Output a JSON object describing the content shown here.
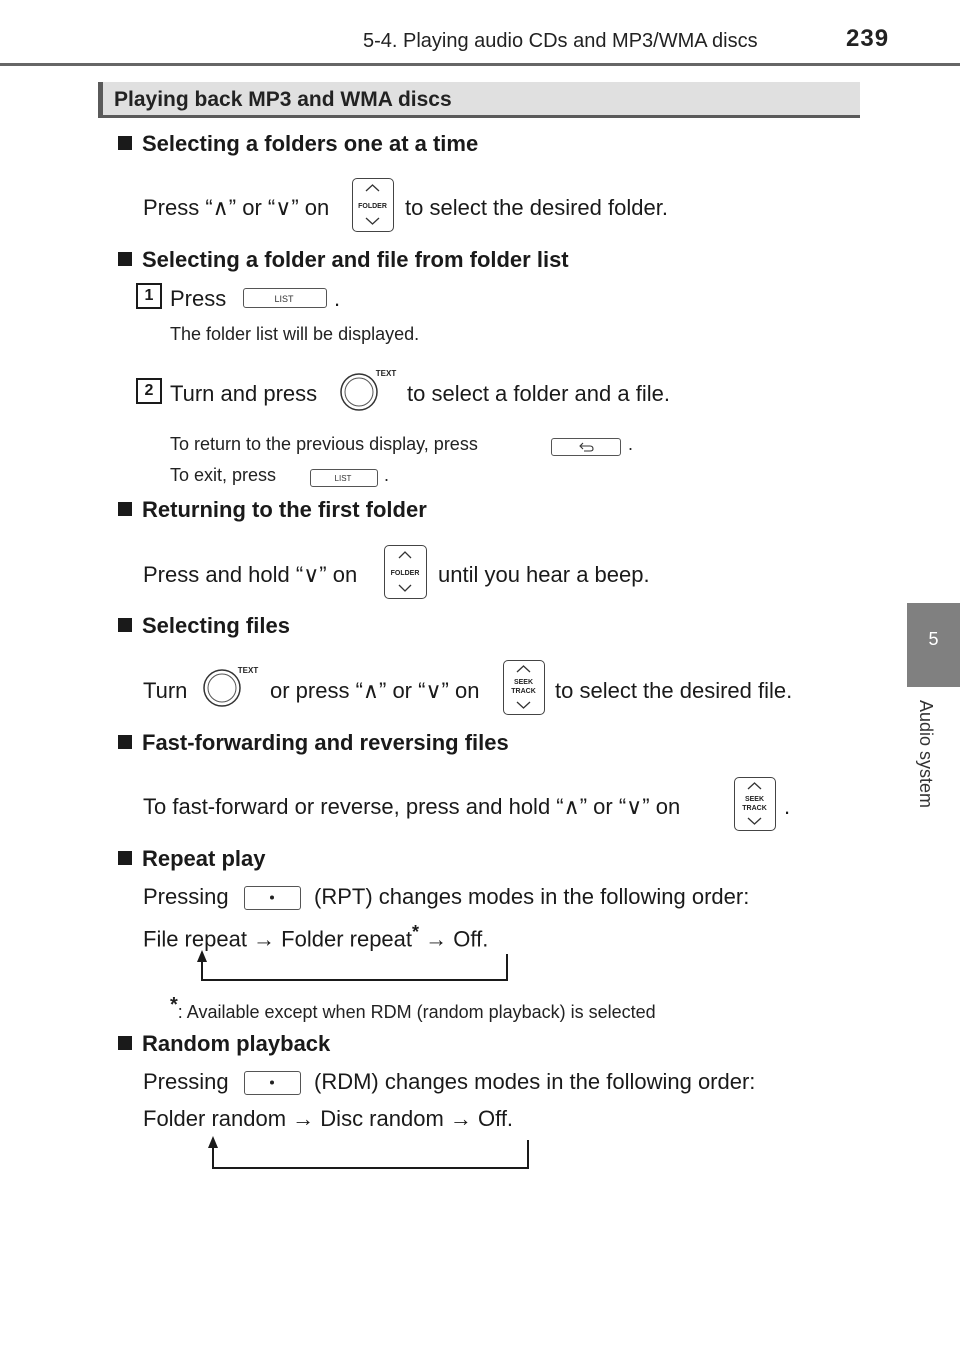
{
  "header": {
    "title": "5-4. Playing audio CDs and MP3/WMA discs",
    "page_number": "239"
  },
  "side_tab": {
    "number": "5",
    "label": "Audio system"
  },
  "section_title": "Playing back MP3 and WMA discs",
  "sections": {
    "folder_one": {
      "heading": "Selecting a folders one at a time",
      "text_a": "Press “∧” or “∨” on",
      "text_b": "to select the desired folder."
    },
    "folder_list": {
      "heading": "Selecting a folder and file from folder list",
      "step1_num": "1",
      "step1_a": "Press",
      "step1_b": ".",
      "step1_note": "The folder list will be displayed.",
      "step2_num": "2",
      "step2_a": "Turn and press",
      "step2_b": "to select a folder and a file.",
      "note_return_a": "To return to the previous display, press",
      "note_return_b": ".",
      "note_exit_a": "To exit, press",
      "note_exit_b": "."
    },
    "first_folder": {
      "heading": "Returning to the first folder",
      "text_a": "Press and hold “∨” on",
      "text_b": "until you hear a beep."
    },
    "selecting_files": {
      "heading": "Selecting files",
      "text_a": "Turn",
      "text_b": "or press “∧” or “∨” on",
      "text_c": "to select the desired file."
    },
    "fast_forward": {
      "heading": "Fast-forwarding and reversing files",
      "text_a": "To fast-forward or reverse, press and hold “∧” or “∨” on",
      "text_b": "."
    },
    "repeat": {
      "heading": "Repeat play",
      "text_a": "Pressing",
      "text_b": "(RPT) changes modes in the following order:",
      "order": "File repeat → Folder repeat",
      "order_mark": "*",
      "order_end": " → Off.",
      "footnote_mark": "*",
      "footnote": ": Available except when RDM (random playback) is selected"
    },
    "random": {
      "heading": "Random playback",
      "text_a": "Pressing",
      "text_b": "(RDM) changes modes in the following order:",
      "order": "Folder random → Disc random → Off."
    }
  },
  "buttons": {
    "folder": "FOLDER",
    "list": "LIST",
    "text": "TEXT",
    "seek_line1": "SEEK",
    "seek_line2": "TRACK"
  },
  "icons": [
    "back-arrow-icon",
    "up-chevron-icon",
    "down-chevron-icon",
    "dot-icon",
    "knob-icon"
  ]
}
